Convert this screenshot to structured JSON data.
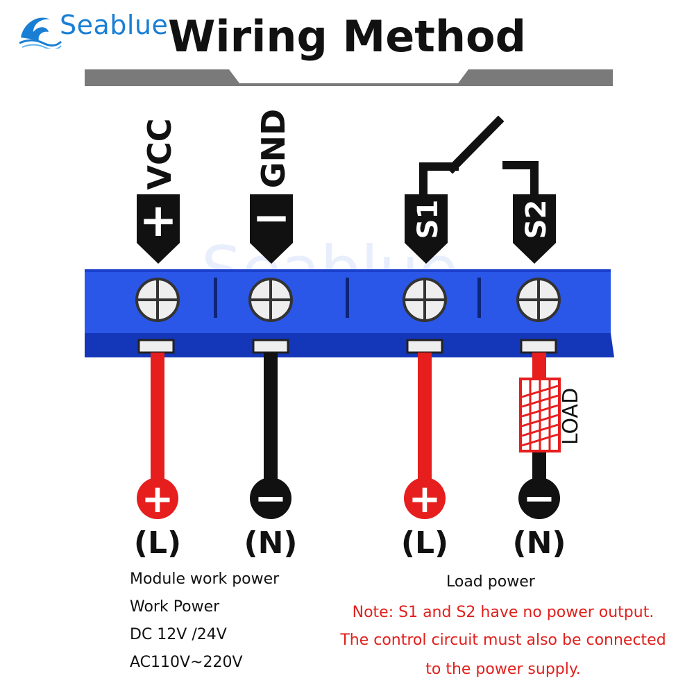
{
  "brand": {
    "name": "Seablue",
    "watermark": "Seablue"
  },
  "title": "Wiring Method",
  "terminals": [
    {
      "name": "VCC",
      "symbol": "+"
    },
    {
      "name": "GND",
      "symbol": "−"
    },
    {
      "name": "S1",
      "symbol": ""
    },
    {
      "name": "S2",
      "symbol": ""
    }
  ],
  "load_label": "LOAD",
  "bottom_terminals": [
    {
      "symbol": "+",
      "label": "(L)"
    },
    {
      "symbol": "−",
      "label": "(N)"
    },
    {
      "symbol": "+",
      "label": "(L)"
    },
    {
      "symbol": "−",
      "label": "(N)"
    }
  ],
  "module_power": {
    "lines": [
      "Module work power",
      "Work Power",
      "DC 12V /24V",
      "AC110V~220V"
    ]
  },
  "load_power": {
    "title": "Load power",
    "note_lines": [
      "Note: S1 and S2 have no power output.",
      "The control circuit must also be connected",
      "to the power supply."
    ]
  },
  "colors": {
    "blue": "#2a57e8",
    "blue_dark": "#1436b8",
    "red": "#e61e1e",
    "black": "#111111",
    "note_red": "#e0201c",
    "brand_blue": "#1a7fd4"
  }
}
